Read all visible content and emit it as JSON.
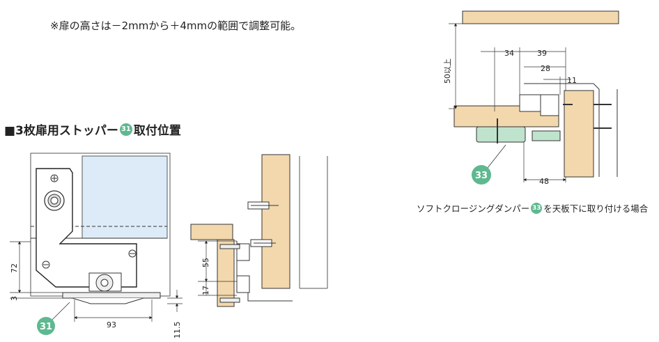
{
  "note": "※扉の高さは－2mmから＋4mmの範囲で調整可能。",
  "section_heading": {
    "prefix": "■3枚扉用ストッパー",
    "badge": "31",
    "suffix": "取付位置"
  },
  "left_figure": {
    "dims": {
      "d72": "72",
      "d3": "3",
      "d93": "93",
      "d11_5": "11.5"
    },
    "callout": "31"
  },
  "middle_figure": {
    "dims": {
      "d55": "55",
      "d17": "17"
    }
  },
  "right_figure": {
    "dims": {
      "d34": "34",
      "d39": "39",
      "d28": "28",
      "d11": "11",
      "d48": "48",
      "d50": "50以上"
    },
    "callout": "33"
  },
  "caption": {
    "prefix": "ソフトクロージングダンパー",
    "badge": "33",
    "suffix": "を天板下に取り付ける場合"
  },
  "colors": {
    "wood": "#f3d8ad",
    "glass": "#dcebf7",
    "callout": "#5fb890",
    "damper": "#bfe3cc"
  }
}
